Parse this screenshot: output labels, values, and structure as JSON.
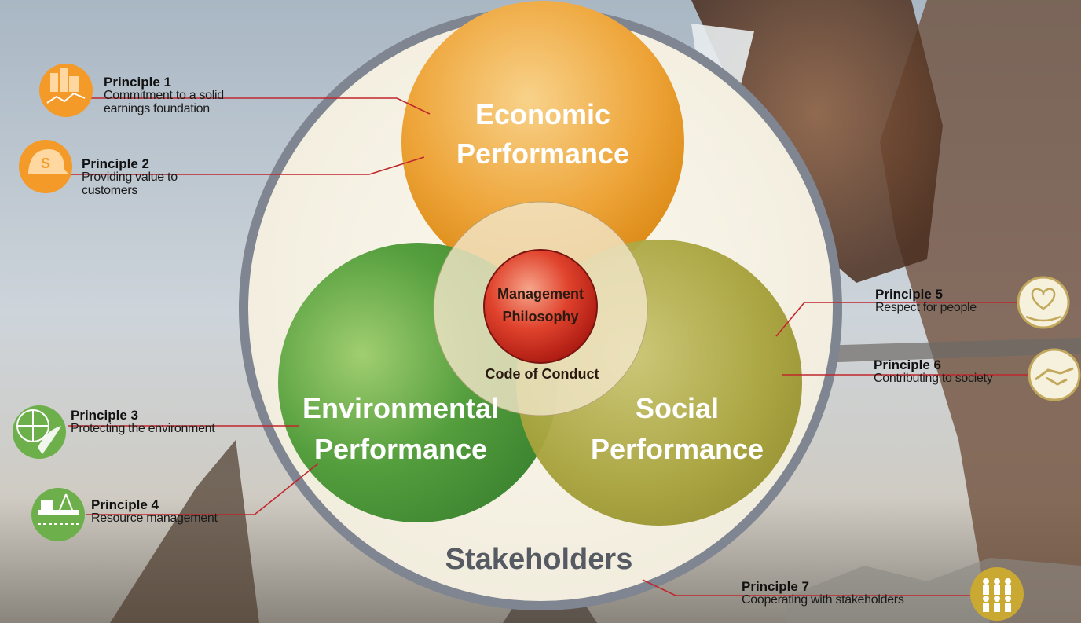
{
  "colors": {
    "economic": "#e79a22",
    "environmental": "#3f8f2f",
    "social": "#9a9a2c",
    "core": "#d2271d",
    "leader_line": "#c0272d",
    "stakeholders_ring": "#7f8591"
  },
  "circles": {
    "economic": {
      "line1": "Economic",
      "line2": "Performance"
    },
    "environmental": {
      "line1": "Environmental",
      "line2": "Performance"
    },
    "social": {
      "line1": "Social",
      "line2": "Performance"
    }
  },
  "core": {
    "line1": "Management",
    "line2": "Philosophy",
    "code": "Code of Conduct"
  },
  "stakeholders": "Stakeholders",
  "principles": [
    {
      "title": "Principle 1",
      "line1": "Commitment to a solid",
      "line2": "earnings foundation",
      "icon": "city-chart-icon"
    },
    {
      "title": "Principle 2",
      "line1": "Providing value to",
      "line2": "customers",
      "icon": "cap-icon"
    },
    {
      "title": "Principle 3",
      "line1": "Protecting the environment",
      "line2": "",
      "icon": "globe-leaf-icon"
    },
    {
      "title": "Principle 4",
      "line1": "Resource management",
      "line2": "",
      "icon": "oil-rig-icon"
    },
    {
      "title": "Principle 5",
      "line1": "Respect for people",
      "line2": "",
      "icon": "heart-hands-icon"
    },
    {
      "title": "Principle 6",
      "line1": "Contributing to society",
      "line2": "",
      "icon": "handshake-icon"
    },
    {
      "title": "Principle 7",
      "line1": "Cooperating with stakeholders",
      "line2": "",
      "icon": "people-group-icon"
    }
  ]
}
